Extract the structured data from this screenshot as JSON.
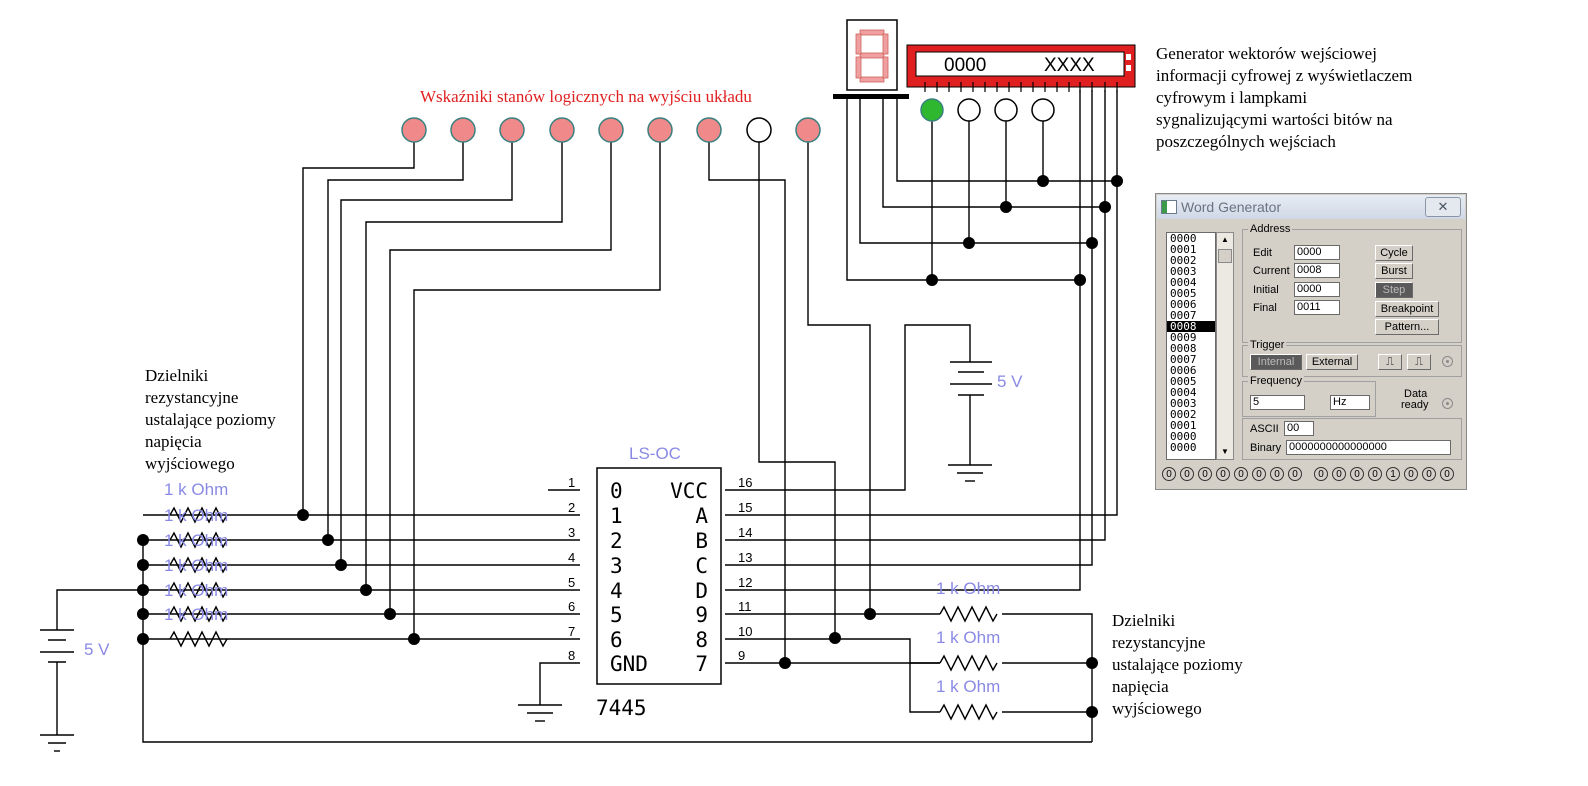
{
  "circuit": {
    "indicators_title": "Wskaźniki stanów logicznych na wyjściu układu",
    "chip_family": "LS-OC",
    "chip_number": "7445",
    "chip_left_labels": [
      "0",
      "1",
      "2",
      "3",
      "4",
      "5",
      "6",
      "GND"
    ],
    "chip_right_labels": [
      "VCC",
      "A",
      "B",
      "C",
      "D",
      "9",
      "8",
      "7"
    ],
    "chip_left_pins": [
      "1",
      "2",
      "3",
      "4",
      "5",
      "6",
      "7",
      "8"
    ],
    "chip_right_pins": [
      "16",
      "15",
      "14",
      "13",
      "12",
      "11",
      "10",
      "9"
    ],
    "resistor_label": "1 k Ohm",
    "battery_label": "5 V",
    "word_display_left": "0000",
    "word_display_right": "XXXX"
  },
  "notes": {
    "generator_description": [
      "Generator wektorów wejściowej",
      "informacji cyfrowej z wyświetlaczem",
      "cyfrowym i lampkami",
      "sygnalizującymi wartości bitów na",
      "poszczególnych wejściach"
    ],
    "divider_left": [
      "Dzielniki",
      "rezystancyjne",
      "ustalające poziomy",
      "napięcia",
      "wyjściowego"
    ],
    "divider_right": [
      "Dzielniki",
      "rezystancyjne",
      "ustalające poziomy",
      "napięcia",
      "wyjściowego"
    ]
  },
  "word_generator": {
    "title": "Word Generator",
    "close_label": "✕",
    "address_list": [
      "0000",
      "0001",
      "0002",
      "0003",
      "0004",
      "0005",
      "0006",
      "0007",
      "0008",
      "0009",
      "0008",
      "0007",
      "0006",
      "0005",
      "0004",
      "0003",
      "0002",
      "0001",
      "0000",
      "0000"
    ],
    "selected_index": 8,
    "address_group": "Address",
    "edit_label": "Edit",
    "edit_value": "0000",
    "current_label": "Current",
    "current_value": "0008",
    "initial_label": "Initial",
    "initial_value": "0000",
    "final_label": "Final",
    "final_value": "0011",
    "buttons": {
      "cycle": "Cycle",
      "burst": "Burst",
      "step": "Step",
      "breakpoint": "Breakpoint",
      "pattern": "Pattern..."
    },
    "trigger_group": "Trigger",
    "internal_label": "Internal",
    "external_label": "External",
    "frequency_group": "Frequency",
    "frequency_value": "5",
    "frequency_unit": "Hz",
    "data_ready_label1": "Data",
    "data_ready_label2": "ready",
    "ascii_label": "ASCII",
    "ascii_value": "00",
    "binary_label": "Binary",
    "binary_value": "0000000000000000",
    "bits": [
      "0",
      "0",
      "0",
      "0",
      "0",
      "0",
      "0",
      "0",
      "0",
      "0",
      "0",
      "0",
      "1",
      "0",
      "0",
      "0"
    ]
  }
}
